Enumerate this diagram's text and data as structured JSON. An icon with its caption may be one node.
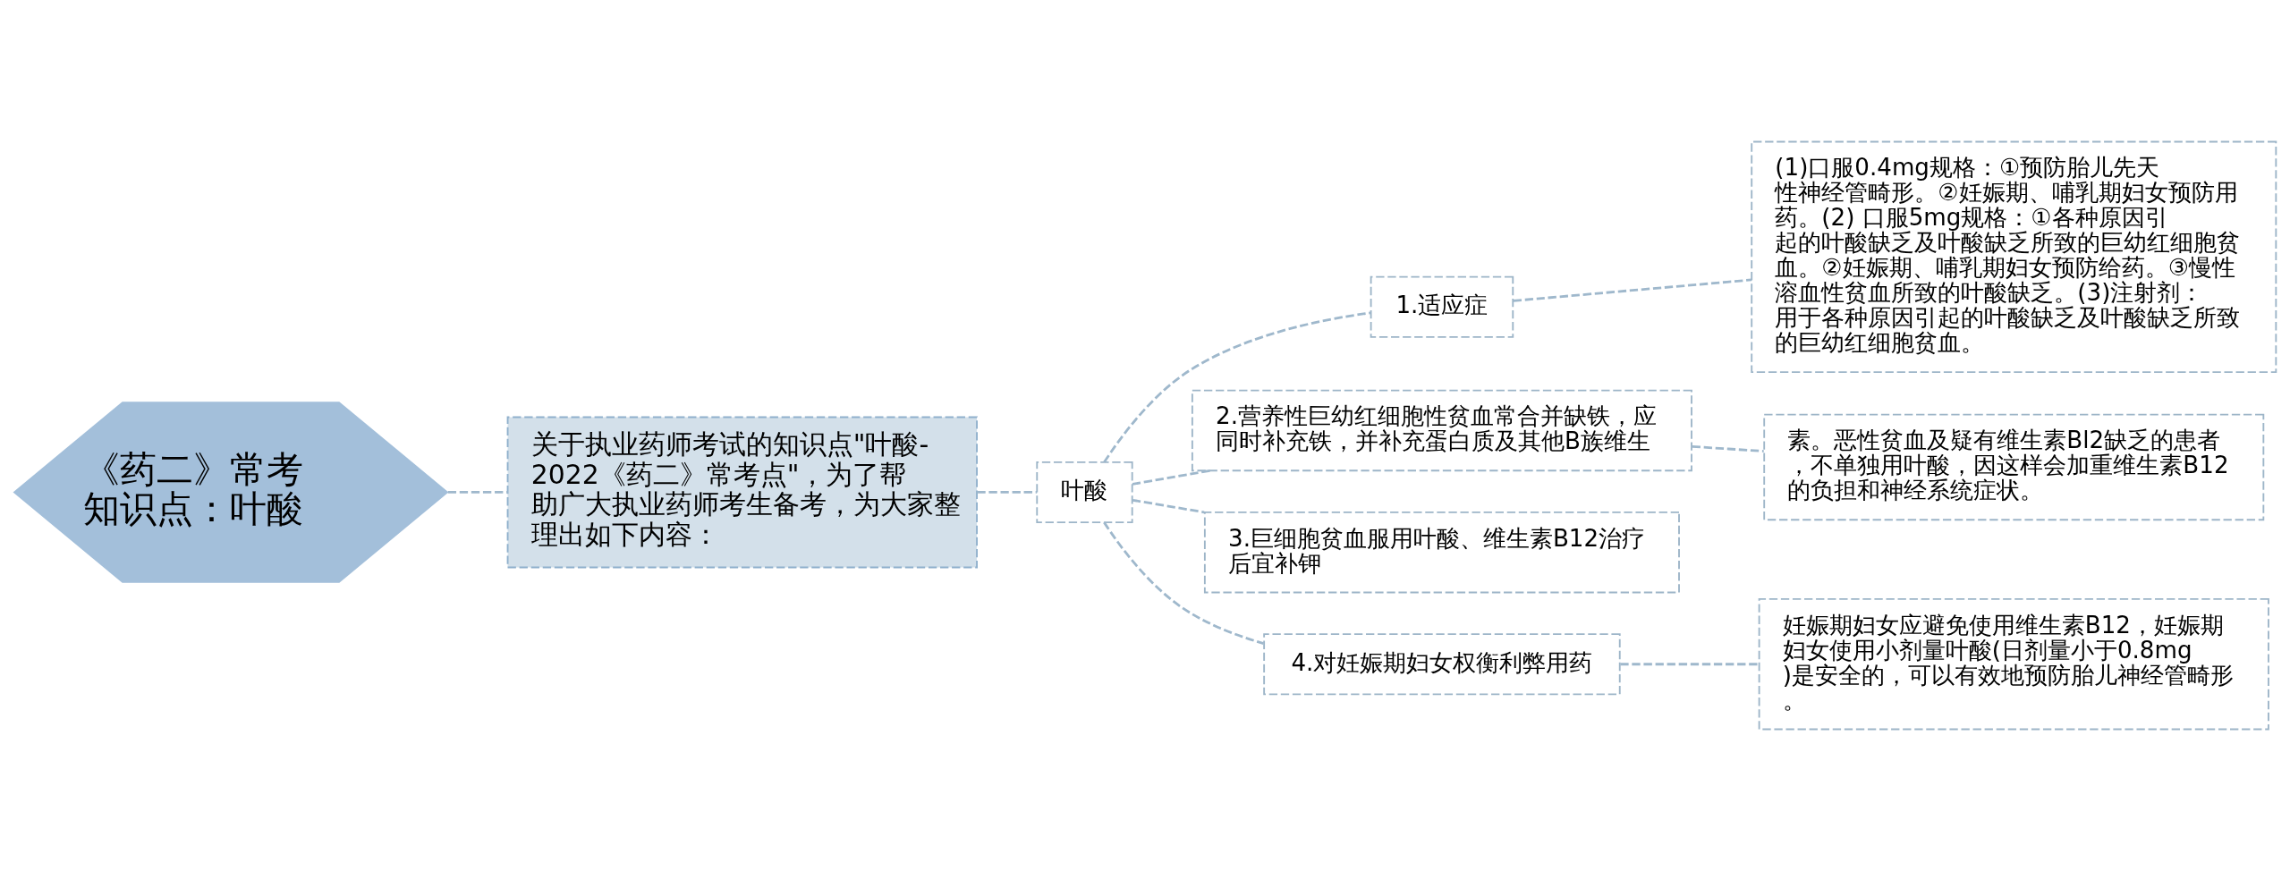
{
  "diagram": {
    "nodes": [
      {
        "text": [
          "《药二》常考知识点：叶酸"
        ]
      },
      {
        "text": [
          "关于执业药师考试的知识点\"叶酸-2022《药二》常考点\"，为了帮助广大执业药师考生备考，为大家整理出如下内容："
        ]
      },
      {
        "text": [
          "叶酸"
        ]
      },
      {
        "text": [
          "1.适应症"
        ]
      },
      {
        "text": [
          "(1)口服0.4mg规格：①预防胎儿先天性神经管畸形。②妊娠期、哺乳期妇女预防用药。(2) 口服5mg规格：①各种原因引起的叶酸缺乏及叶酸缺乏所致的巨幼红细胞贫血。②妊娠期、哺乳期妇女预防给药。③慢性溶血性贫血所致的叶酸缺乏。(3)注射剂：用于各种原因引起的叶酸缺乏及叶酸缺乏所致的巨幼红细胞贫血。"
        ]
      },
      {
        "text": [
          "2.营养性巨幼红细胞性贫血常合并缺铁，应同时补充铁，并补充蛋白质及其他B族维生"
        ]
      },
      {
        "text": [
          "素。恶性贫血及疑有维生素Bl2缺乏的患者，不单独用叶酸，因这样会加重维生素B12的负担和神经系统症状。"
        ]
      },
      {
        "text": [
          "3.巨细胞贫血服用叶酸、维生素B12治疗后宜补钾"
        ]
      },
      {
        "text": [
          "4.对妊娠期妇女权衡利弊用药"
        ]
      },
      {
        "text": [
          "妊娠期妇女应避免使用维生素B12，妊娠期妇女使用小剂量叶酸(日剂量小于0.8mg)是安全的，可以有效地预防胎儿神经管畸形。"
        ]
      }
    ],
    "edges": [
      {
        "from": 0,
        "to": 1,
        "arrow": "none",
        "style": "dashed"
      },
      {
        "from": 1,
        "to": 2,
        "arrow": "none",
        "style": "dashed"
      },
      {
        "from": 2,
        "to": 3,
        "arrow": "none",
        "style": "dashed"
      },
      {
        "from": 3,
        "to": 4,
        "arrow": "none",
        "style": "dashed"
      },
      {
        "from": 2,
        "to": 5,
        "arrow": "none",
        "style": "dashed"
      },
      {
        "from": 5,
        "to": 6,
        "arrow": "none",
        "style": "dashed"
      },
      {
        "from": 2,
        "to": 7,
        "arrow": "none",
        "style": "dashed"
      },
      {
        "from": 2,
        "to": 8,
        "arrow": "none",
        "style": "dashed"
      },
      {
        "from": 8,
        "to": 9,
        "arrow": "none",
        "style": "dashed"
      }
    ]
  }
}
